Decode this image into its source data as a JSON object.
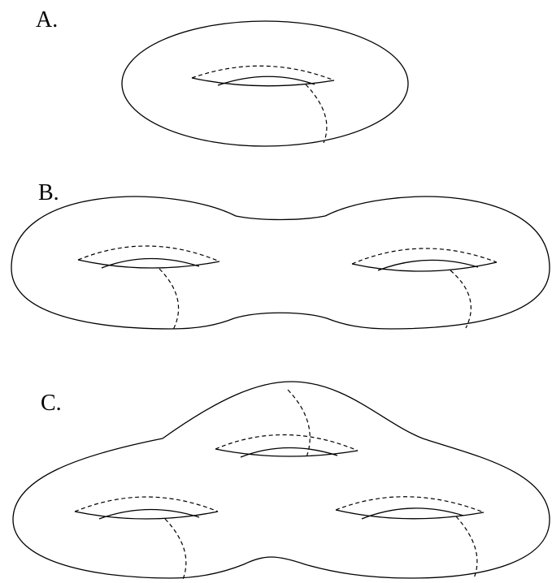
{
  "figures": [
    {
      "label": "A."
    },
    {
      "label": "B."
    },
    {
      "label": "C."
    }
  ]
}
